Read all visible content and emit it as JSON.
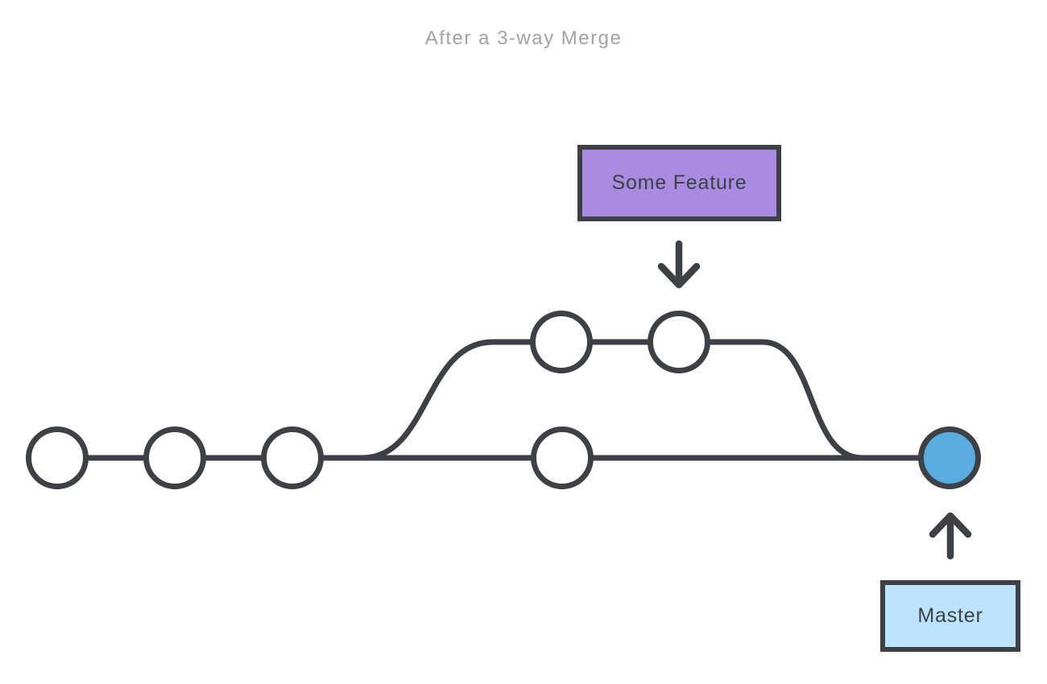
{
  "title": "After a 3-way Merge",
  "branch_labels": {
    "feature": "Some Feature",
    "master": "Master"
  },
  "diagram": {
    "type": "git-commit-graph",
    "master_branch_commits": 4,
    "feature_branch_commits": 2,
    "merge_commits": 1
  },
  "colors": {
    "line": "#3d4045",
    "commit_fill": "#ffffff",
    "merge_commit_fill": "#5aace0",
    "feature_box_fill": "#a98ce2",
    "master_box_fill": "#bbe3fb",
    "title_text": "#a3a3a5"
  }
}
